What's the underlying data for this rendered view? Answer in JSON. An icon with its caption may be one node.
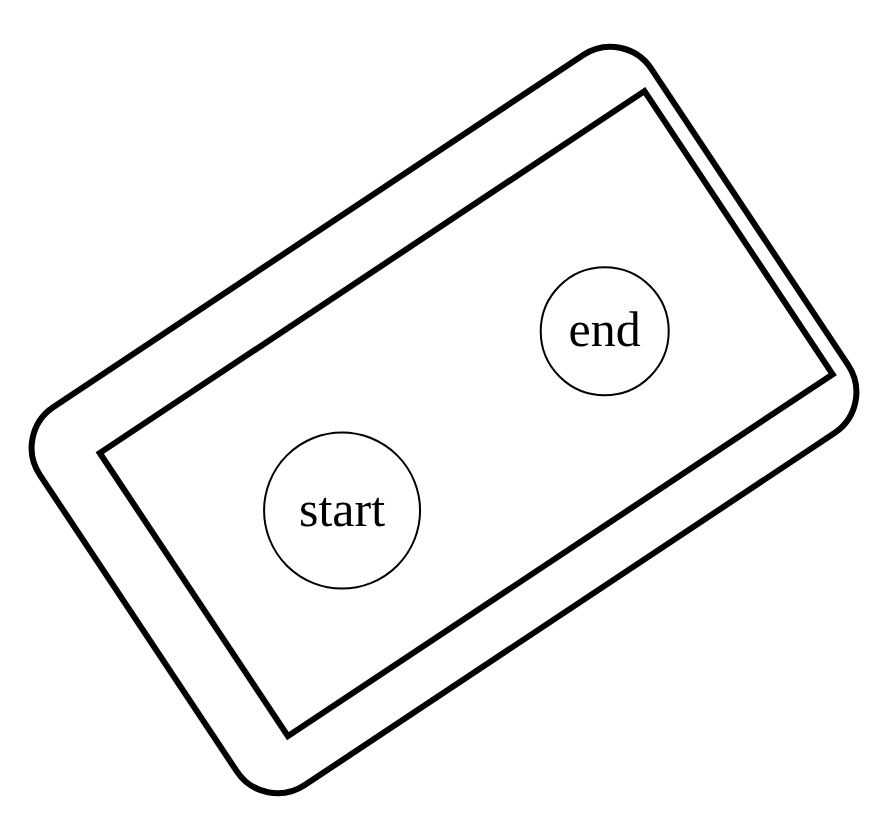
{
  "diagram": {
    "nodes": [
      {
        "text": [],
        "shape": "box"
      },
      {
        "text": [],
        "shape": "box",
        "in": 0
      },
      {
        "text": [
          "start"
        ],
        "in": 1
      },
      {
        "text": [
          "end"
        ],
        "in": 1
      }
    ]
  }
}
